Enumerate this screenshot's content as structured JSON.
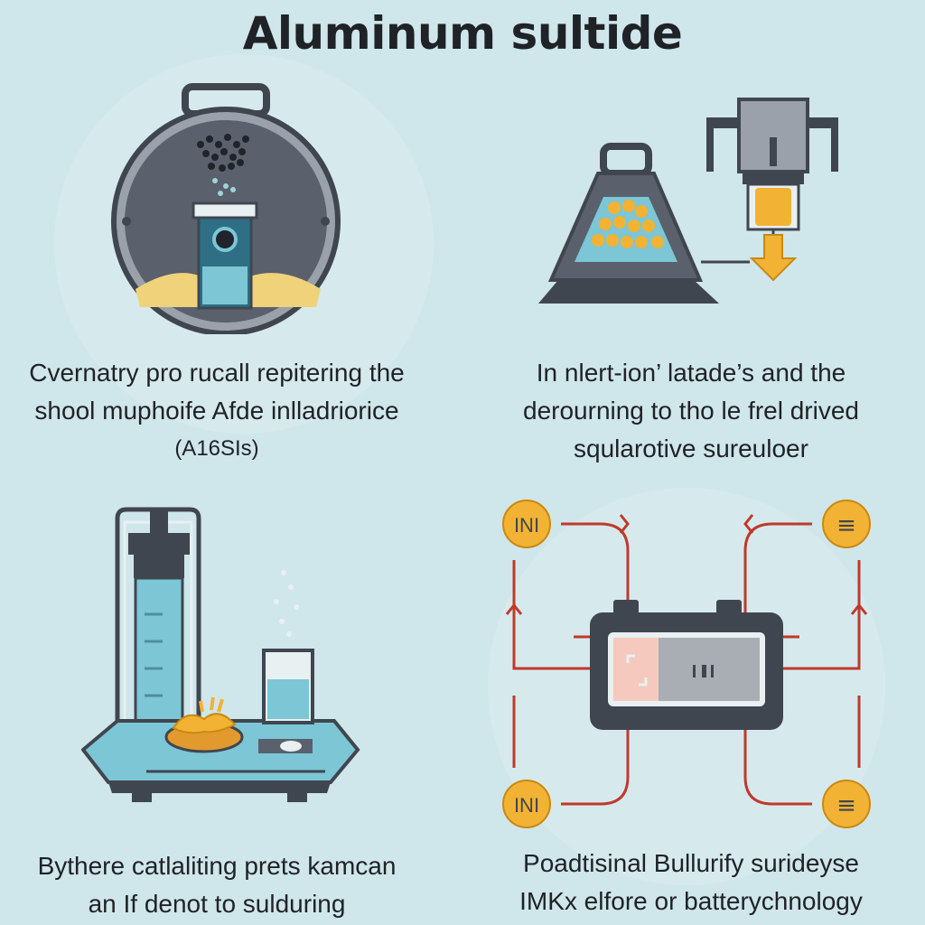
{
  "title": "Aluminum sultide",
  "panels": {
    "top_left": {
      "lines": [
        "Cvernatry pro rucall repitering the",
        "shool muphoife  Afde inlladriorice"
      ],
      "formula": "(A16SIs)"
    },
    "top_right": {
      "lines": [
        "In nlert-ion’ latade’s and the",
        "derourning to tho le frel drived",
        "sqularotive sureuloer"
      ]
    },
    "bottom_left": {
      "lines": [
        "Bythere catlaliting prets kamcan",
        "an If denot to sulduring"
      ]
    },
    "bottom_right": {
      "lines": [
        "Poadtisinal Bullurify surideyse",
        "IMKx elfore or batterychnology"
      ],
      "node_labels": [
        "INI",
        "≡",
        "INI",
        "≡"
      ]
    }
  },
  "colors": {
    "background": "#cfe6eb",
    "dark_gray": "#40464f",
    "accent_yellow": "#f2b233",
    "water_blue": "#7cc6d6",
    "wire_red": "#c0392b"
  }
}
